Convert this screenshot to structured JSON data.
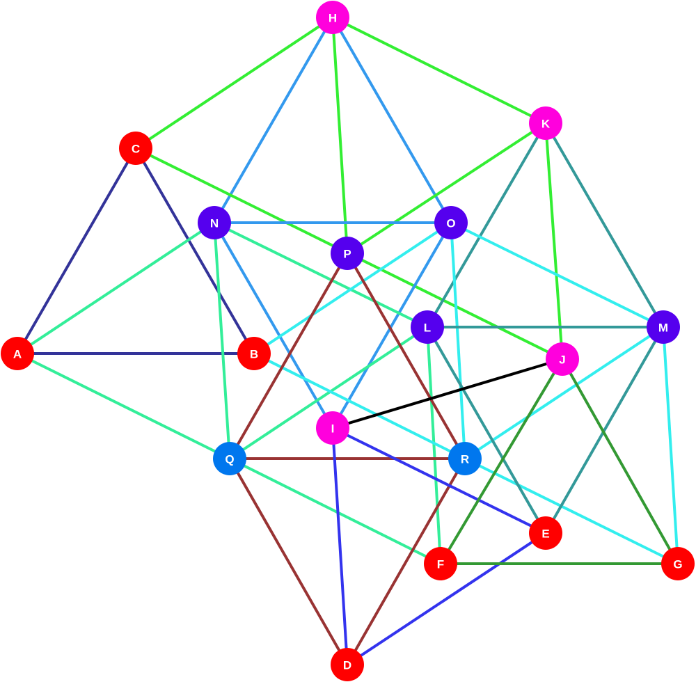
{
  "nodes": [
    {
      "id": "A",
      "label": "A",
      "color": "#ff0000"
    },
    {
      "id": "B",
      "label": "B",
      "color": "#ff0000"
    },
    {
      "id": "C",
      "label": "C",
      "color": "#ff0000"
    },
    {
      "id": "D",
      "label": "D",
      "color": "#ff0000"
    },
    {
      "id": "E",
      "label": "E",
      "color": "#ff0000"
    },
    {
      "id": "F",
      "label": "F",
      "color": "#ff0000"
    },
    {
      "id": "G",
      "label": "G",
      "color": "#ff0000"
    },
    {
      "id": "H",
      "label": "H",
      "color": "#ff00dd"
    },
    {
      "id": "I",
      "label": "I",
      "color": "#ff00dd"
    },
    {
      "id": "J",
      "label": "J",
      "color": "#ff00dd"
    },
    {
      "id": "K",
      "label": "K",
      "color": "#ff00dd"
    },
    {
      "id": "L",
      "label": "L",
      "color": "#5500ee"
    },
    {
      "id": "M",
      "label": "M",
      "color": "#5500ee"
    },
    {
      "id": "N",
      "label": "N",
      "color": "#5500ee"
    },
    {
      "id": "O",
      "label": "O",
      "color": "#5500ee"
    },
    {
      "id": "P",
      "label": "P",
      "color": "#5500ee"
    },
    {
      "id": "Q",
      "label": "Q",
      "color": "#0077ee"
    },
    {
      "id": "R",
      "label": "R",
      "color": "#0077ee"
    }
  ],
  "edges": [
    {
      "from": "H",
      "to": "C",
      "color": "#33ee33"
    },
    {
      "from": "H",
      "to": "K",
      "color": "#33ee33"
    },
    {
      "from": "H",
      "to": "P",
      "color": "#33ee33"
    },
    {
      "from": "H",
      "to": "N",
      "color": "#3399ee"
    },
    {
      "from": "H",
      "to": "O",
      "color": "#3399ee"
    },
    {
      "from": "C",
      "to": "A",
      "color": "#333399"
    },
    {
      "from": "C",
      "to": "B",
      "color": "#333399"
    },
    {
      "from": "A",
      "to": "B",
      "color": "#333399"
    },
    {
      "from": "C",
      "to": "J",
      "color": "#33ee33"
    },
    {
      "from": "K",
      "to": "P",
      "color": "#33ee33"
    },
    {
      "from": "K",
      "to": "J",
      "color": "#33ee33"
    },
    {
      "from": "K",
      "to": "L",
      "color": "#339999"
    },
    {
      "from": "K",
      "to": "M",
      "color": "#339999"
    },
    {
      "from": "N",
      "to": "O",
      "color": "#3399ee"
    },
    {
      "from": "N",
      "to": "I",
      "color": "#3399ee"
    },
    {
      "from": "O",
      "to": "I",
      "color": "#3399ee"
    },
    {
      "from": "N",
      "to": "A",
      "color": "#33ee99"
    },
    {
      "from": "N",
      "to": "Q",
      "color": "#33ee99"
    },
    {
      "from": "N",
      "to": "L",
      "color": "#33ee99"
    },
    {
      "from": "A",
      "to": "Q",
      "color": "#33ee99"
    },
    {
      "from": "L",
      "to": "Q",
      "color": "#33ee99"
    },
    {
      "from": "L",
      "to": "F",
      "color": "#33ee99"
    },
    {
      "from": "Q",
      "to": "F",
      "color": "#33ee99"
    },
    {
      "from": "O",
      "to": "B",
      "color": "#33eeee"
    },
    {
      "from": "O",
      "to": "M",
      "color": "#33eeee"
    },
    {
      "from": "O",
      "to": "R",
      "color": "#33eeee"
    },
    {
      "from": "B",
      "to": "R",
      "color": "#33eeee"
    },
    {
      "from": "M",
      "to": "R",
      "color": "#33eeee"
    },
    {
      "from": "M",
      "to": "G",
      "color": "#33eeee"
    },
    {
      "from": "R",
      "to": "G",
      "color": "#33eeee"
    },
    {
      "from": "L",
      "to": "M",
      "color": "#339999"
    },
    {
      "from": "L",
      "to": "E",
      "color": "#339999"
    },
    {
      "from": "M",
      "to": "E",
      "color": "#339999"
    },
    {
      "from": "P",
      "to": "Q",
      "color": "#993333"
    },
    {
      "from": "P",
      "to": "R",
      "color": "#993333"
    },
    {
      "from": "Q",
      "to": "R",
      "color": "#993333"
    },
    {
      "from": "Q",
      "to": "D",
      "color": "#993333"
    },
    {
      "from": "R",
      "to": "D",
      "color": "#993333"
    },
    {
      "from": "I",
      "to": "J",
      "color": "#000000"
    },
    {
      "from": "I",
      "to": "D",
      "color": "#3333ee"
    },
    {
      "from": "I",
      "to": "E",
      "color": "#3333ee"
    },
    {
      "from": "E",
      "to": "D",
      "color": "#3333ee"
    },
    {
      "from": "J",
      "to": "F",
      "color": "#339933"
    },
    {
      "from": "J",
      "to": "G",
      "color": "#339933"
    },
    {
      "from": "F",
      "to": "G",
      "color": "#339933"
    }
  ]
}
